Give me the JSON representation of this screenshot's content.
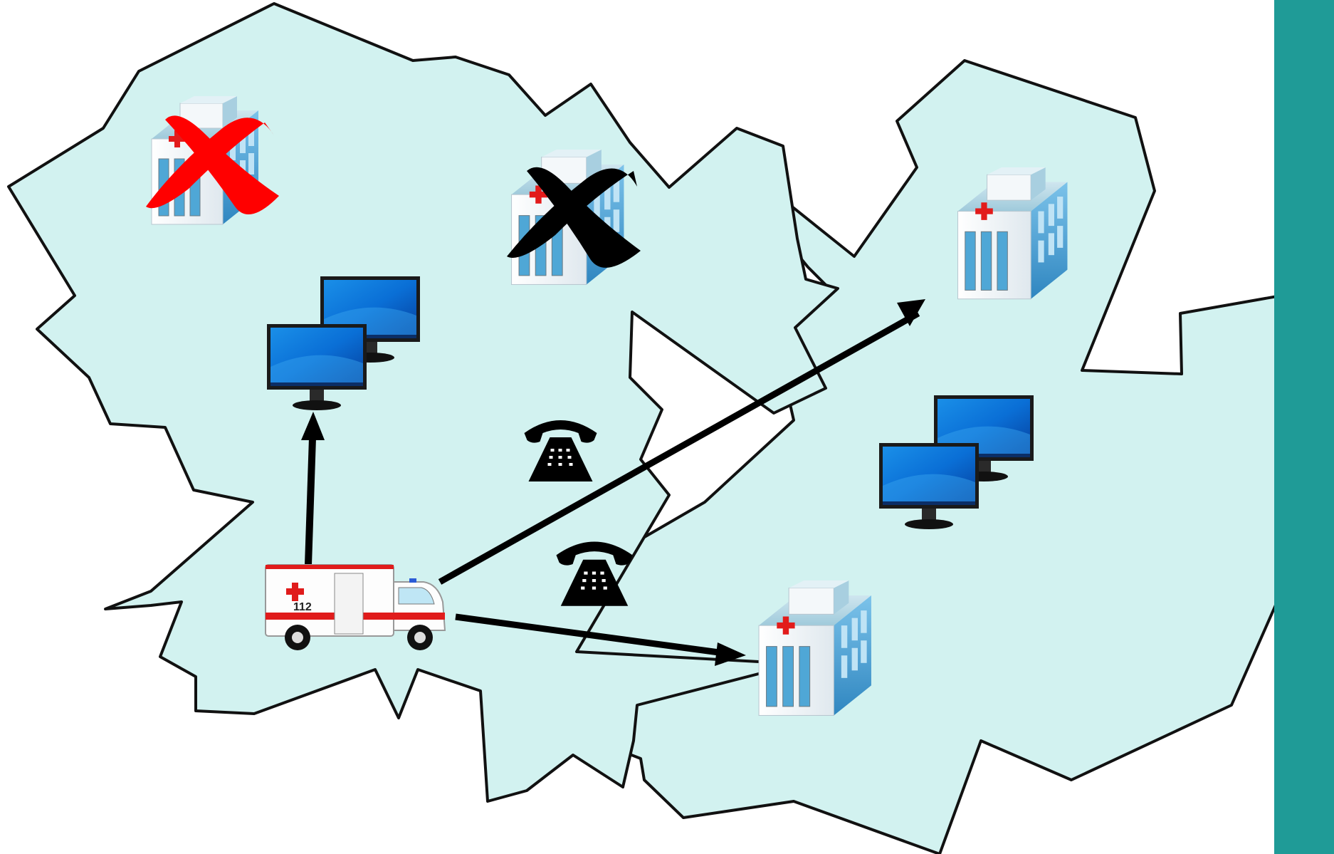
{
  "colors": {
    "region_fill": "#d2f2f0",
    "region_stroke": "#111111",
    "accent_bar": "#1f9b97",
    "cross_red": "#ff0000",
    "cross_black": "#000000",
    "arrow": "#000000"
  },
  "icons": {
    "hospitals": [
      {
        "name": "hospital-icon",
        "status": "closed",
        "mark": "red-cross-mark"
      },
      {
        "name": "hospital-icon",
        "status": "closed",
        "mark": "black-cross-mark"
      },
      {
        "name": "hospital-icon",
        "status": "open"
      },
      {
        "name": "hospital-icon",
        "status": "open"
      }
    ],
    "computers": [
      "dual-monitor-icon",
      "dual-monitor-icon"
    ],
    "phones": [
      "telephone-icon",
      "telephone-icon"
    ],
    "vehicle": {
      "name": "ambulance-icon",
      "label": "112"
    }
  }
}
